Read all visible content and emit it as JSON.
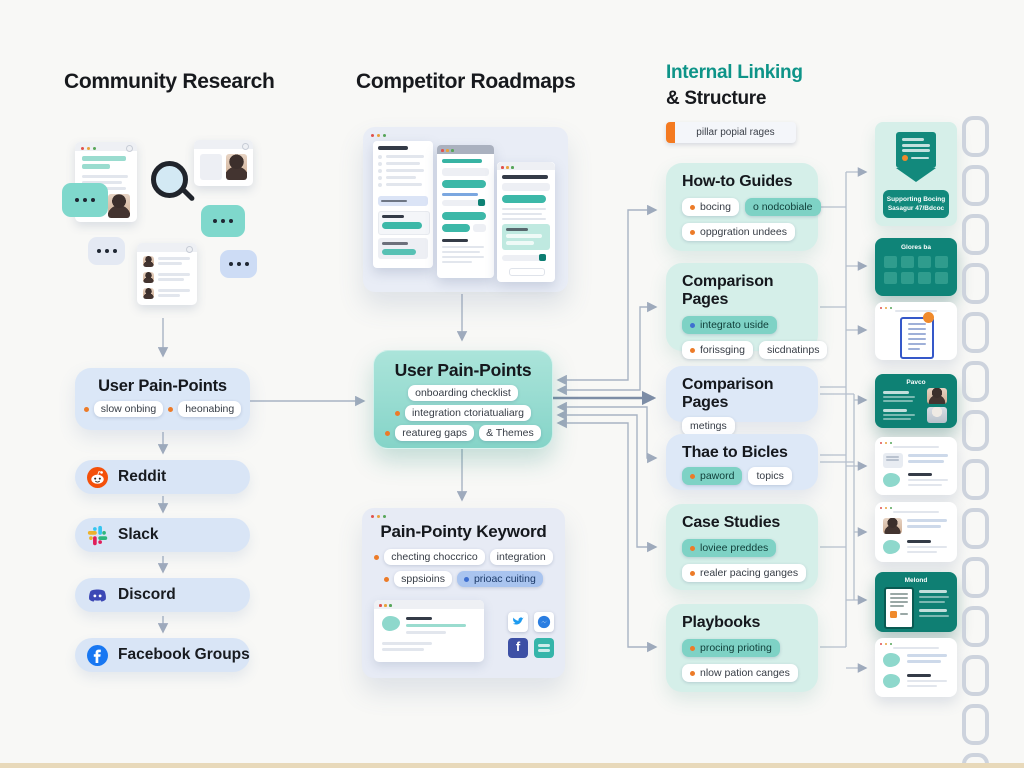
{
  "titles": {
    "community": "Community Research",
    "competitor": "Competitor Roadmaps",
    "internal_line1": "Internal Linking",
    "internal_line2": "& Structure"
  },
  "colors": {
    "accent_teal": "#0e9488",
    "tag_teal": "#7ed2c5",
    "tag_blue": "#a9c4ef",
    "orange_dot": "#ec7b28",
    "box_mint": "#d5efe9",
    "box_blue": "#dde8f7",
    "link_card_teal": "#0f8478",
    "arrow_gray": "#a8b3c4"
  },
  "community": {
    "pain_box": {
      "title": "User Pain-Points",
      "tag1": "slow onbing",
      "tag2": "heonabing"
    },
    "platforms": [
      {
        "label": "Reddit",
        "icon": "reddit-icon"
      },
      {
        "label": "Slack",
        "icon": "slack-icon"
      },
      {
        "label": "Discord",
        "icon": "discord-icon"
      },
      {
        "label": "Facebook Groups",
        "icon": "facebook-icon"
      }
    ]
  },
  "competitor": {
    "pain_box": {
      "title": "User Pain-Points",
      "tag1": "onboarding checklist",
      "tag2": "integration ctoriatualiarg",
      "tag3": "reatureg gaps",
      "tag4": "& Themes"
    },
    "keyword_card": {
      "title": "Pain-Pointy Keyword",
      "tag1": "checting choccrico",
      "tag2": "integration",
      "tag3": "sppsioins",
      "tag4": "prioac cuiting"
    }
  },
  "internal": {
    "pillar_pill": "pillar popial rages",
    "boxes": [
      {
        "title": "How-to Guides",
        "tag_a": "bocing",
        "tag_b": "o nodcobiale",
        "tag_c": "oppgration undees"
      },
      {
        "title": "Comparison Pages",
        "tag_a": "integrato uside",
        "tag_b": "forissging",
        "tag_c": "sicdnatinps"
      },
      {
        "title": "Comparison Pages",
        "tag_a": "metings"
      },
      {
        "title": "Thae to Bicles",
        "tag_a": "paword",
        "tag_b": "topics"
      },
      {
        "title": "Case Studies",
        "tag_a": "loviee preddes",
        "tag_b": "realer pacing ganges"
      },
      {
        "title": "Playbooks",
        "tag_a": "procing prioting",
        "tag_b": "nlow pation canges"
      }
    ]
  },
  "link_cards": {
    "card1_button_line1": "Supporting Bocing",
    "card1_button_line2": "Sasagur 47/Bdcoc",
    "card2_title": "Glores ba",
    "card4_title": "Pavco",
    "card7_title": "Melond"
  }
}
